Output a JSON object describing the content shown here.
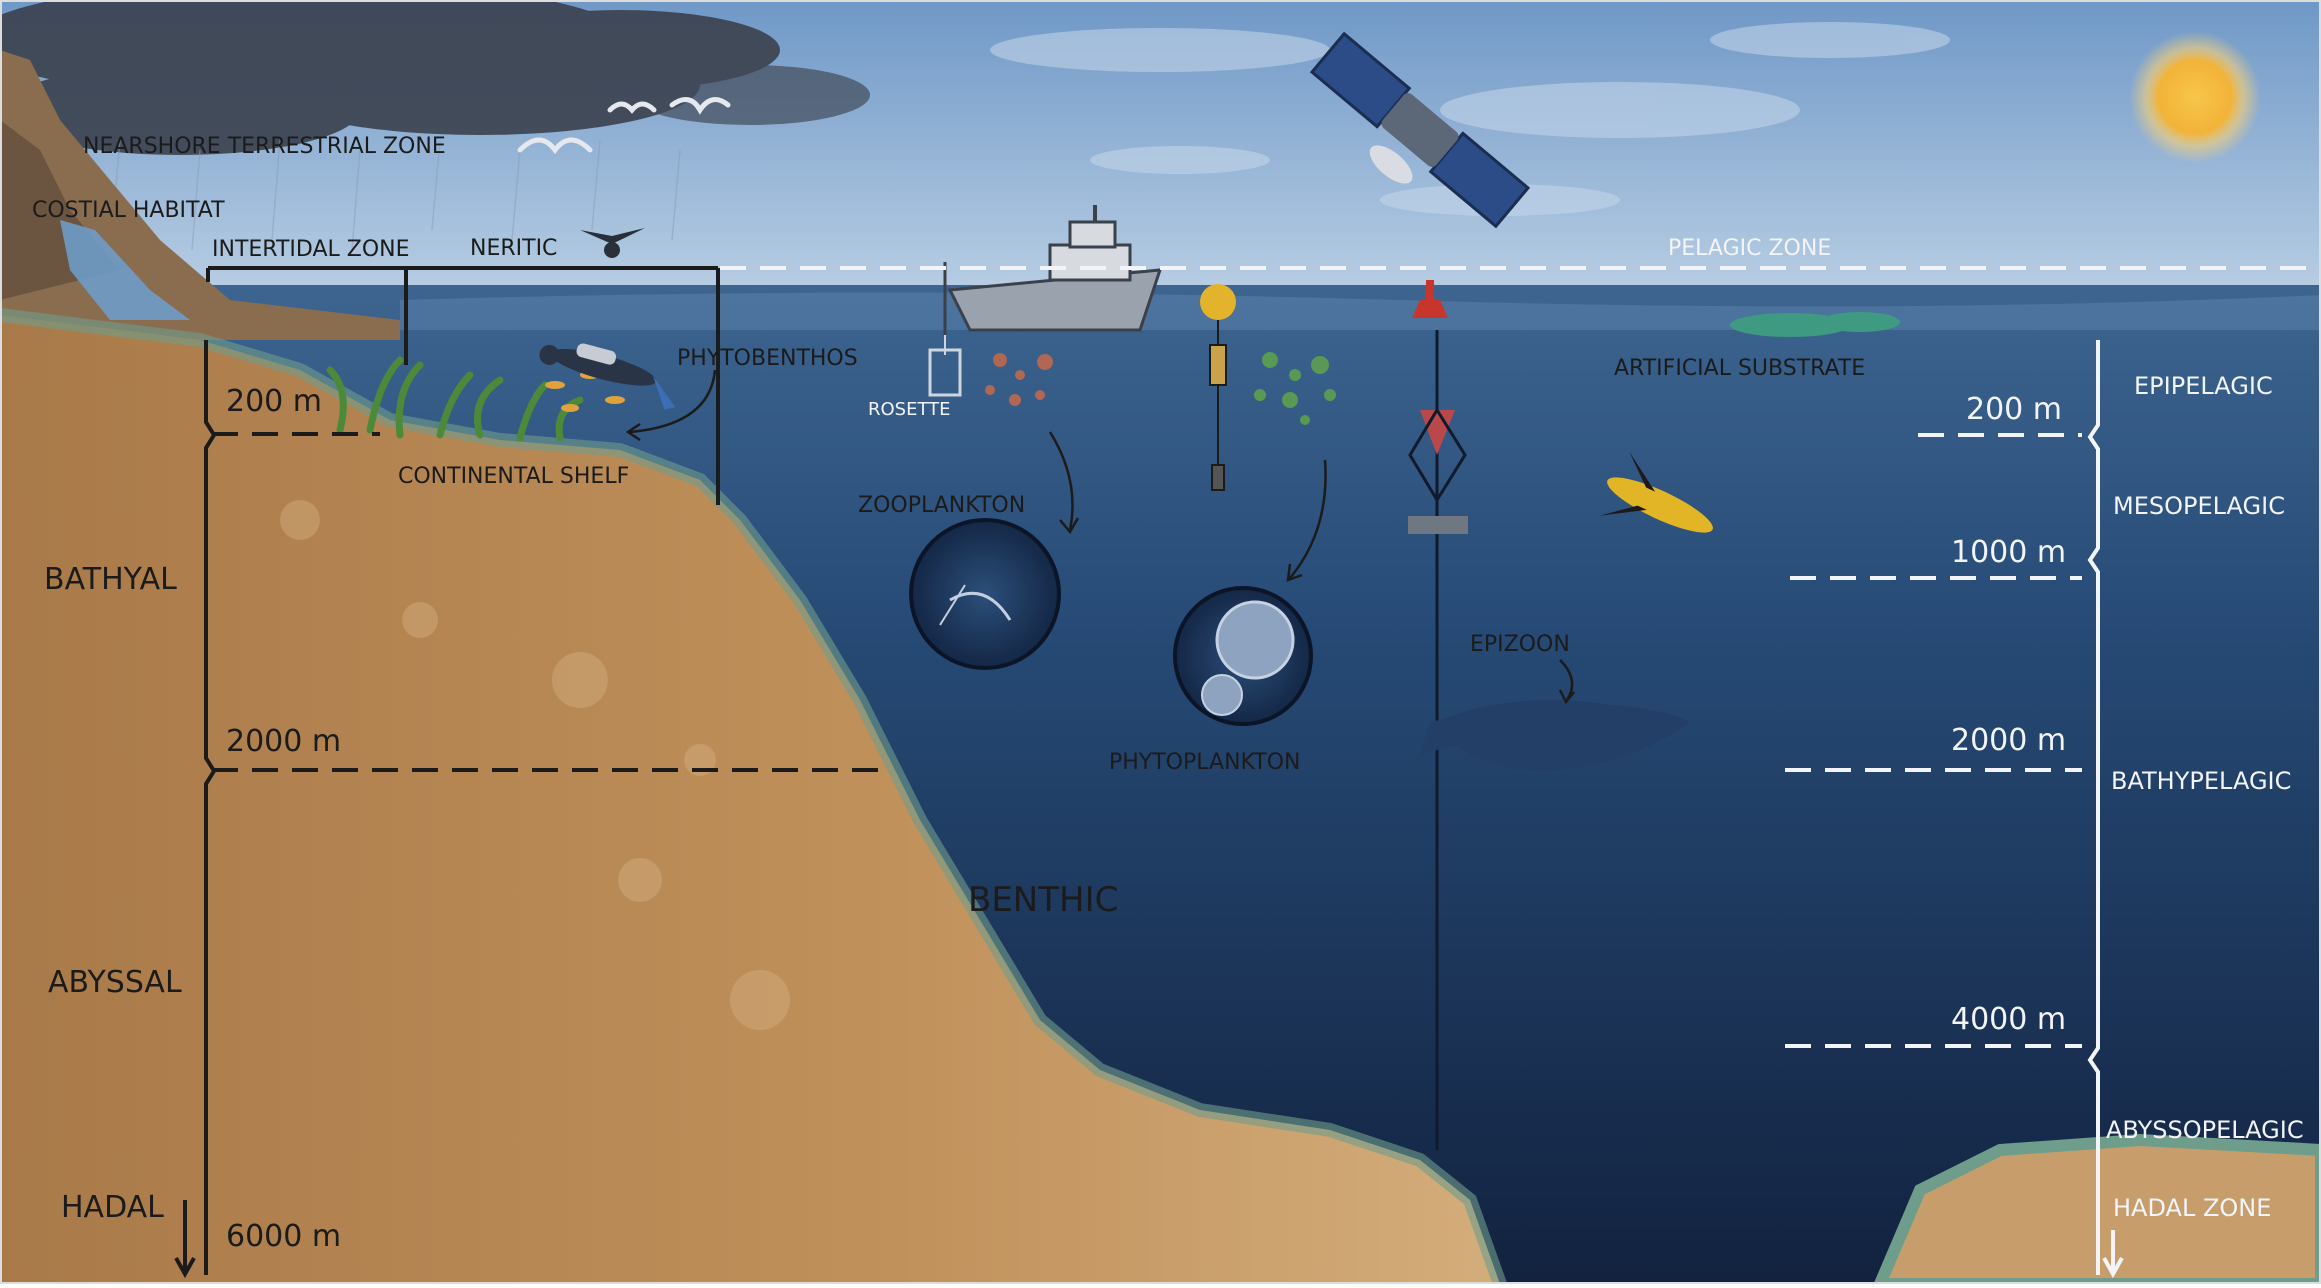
{
  "colors": {
    "sky_top": "#6f98c7",
    "sky_bottom": "#b7cde3",
    "ocean_top": "#3d6590",
    "ocean_bottom": "#12223f",
    "sand": "#b88550",
    "sand_light": "#d1a877",
    "storm_cloud": "#3c4350",
    "sun": "#f2b338",
    "whale": "#233f68",
    "buoy_red": "#c8352c",
    "glider_yellow": "#e2b526"
  },
  "labels": {
    "nearshore": "NEARSHORE TERRESTRIAL ZONE",
    "costial_habitat": "COSTIAL HABITAT",
    "intertidal_zone": "INTERTIDAL ZONE",
    "neritic": "NERITIC",
    "pelagic_zone": "PELAGIC ZONE",
    "phytobenthos": "PHYTOBENTHOS",
    "rosette": "ROSETTE",
    "artificial_substrate": "ARTIFICIAL SUBSTRATE",
    "continental_shelf": "CONTINENTAL SHELF",
    "zooplankton": "ZOOPLANKTON",
    "phytoplankton": "PHYTOPLANKTON",
    "epizoon": "EPIZOON",
    "benthic": "BENTHIC"
  },
  "left_depths": {
    "d200": "200 m",
    "d2000": "2000 m",
    "d6000": "6000 m"
  },
  "benthic_zones": {
    "bathyal": "BATHYAL",
    "abyssal": "ABYSSAL",
    "hadal": "HADAL"
  },
  "right_depths": {
    "d200": "200 m",
    "d1000": "1000 m",
    "d2000": "2000 m",
    "d4000": "4000 m"
  },
  "pelagic_zones": {
    "epipelagic": "EPIPELAGIC",
    "mesopelagic": "MESOPELAGIC",
    "bathypelagic": "BATHYPELAGIC",
    "abyssopelagic": "ABYSSOPELAGIC",
    "hadal_zone": "HADAL ZONE"
  },
  "icons": [
    "satellite-icon",
    "sun-icon",
    "research-ship-icon",
    "rosette-sampler-icon",
    "mooring-buoy-icon",
    "drifter-float-icon",
    "underwater-glider-icon",
    "drone-icon",
    "seagull-icon",
    "scuba-diver-icon",
    "whale-icon",
    "zooplankton-icon",
    "phytoplankton-icon",
    "seagrass-icon",
    "fish-icon",
    "waterfall-icon",
    "cliff-icon",
    "storm-cloud-icon",
    "floating-debris-icon"
  ]
}
